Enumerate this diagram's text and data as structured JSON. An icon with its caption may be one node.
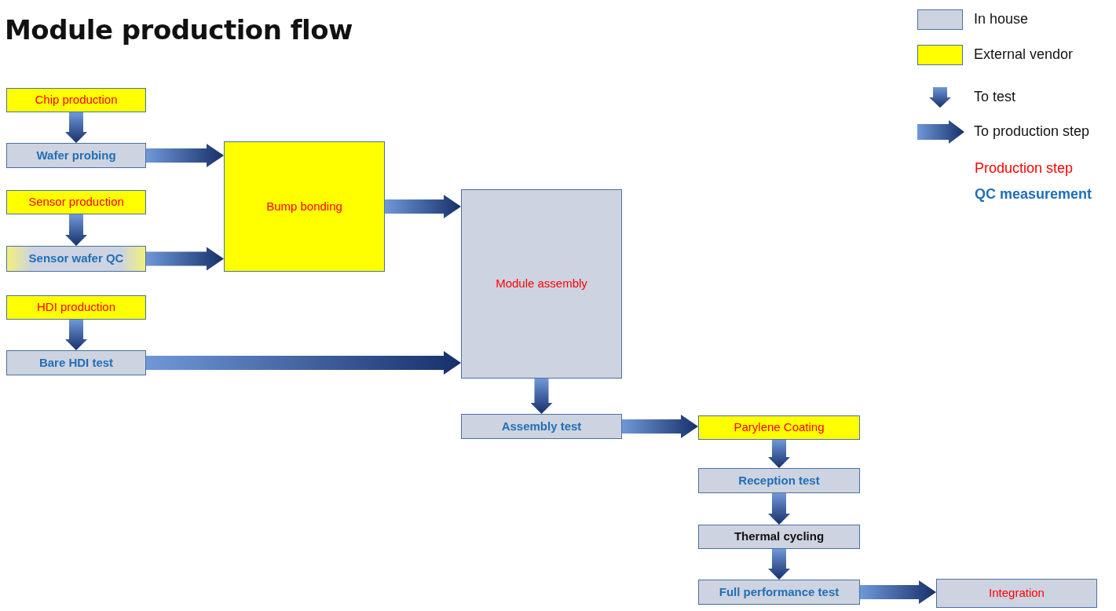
{
  "diagram": {
    "title": "Module production flow",
    "nodes": [
      {
        "text": [
          "Chip production"
        ]
      },
      {
        "text": [
          "Wafer probing"
        ]
      },
      {
        "text": [
          "Sensor production"
        ]
      },
      {
        "text": [
          "Sensor wafer QC"
        ]
      },
      {
        "text": [
          "HDI production"
        ]
      },
      {
        "text": [
          "Bare HDI test"
        ]
      },
      {
        "text": [
          "Bump bonding"
        ]
      },
      {
        "text": [
          "Module assembly"
        ]
      },
      {
        "text": [
          "Assembly test"
        ]
      },
      {
        "text": [
          "Parylene Coating"
        ]
      },
      {
        "text": [
          "Reception test"
        ]
      },
      {
        "text": [
          "Thermal cycling"
        ]
      },
      {
        "text": [
          "Full performance test"
        ]
      },
      {
        "text": [
          "Integration"
        ]
      }
    ],
    "edges": [
      {
        "from": 0,
        "to": 1,
        "arrow": "to"
      },
      {
        "from": 1,
        "to": 6,
        "arrow": "to"
      },
      {
        "from": 2,
        "to": 3,
        "arrow": "to"
      },
      {
        "from": 3,
        "to": 6,
        "arrow": "to"
      },
      {
        "from": 4,
        "to": 5,
        "arrow": "to"
      },
      {
        "from": 5,
        "to": 7,
        "arrow": "to"
      },
      {
        "from": 6,
        "to": 7,
        "arrow": "to"
      },
      {
        "from": 7,
        "to": 8,
        "arrow": "to"
      },
      {
        "from": 8,
        "to": 9,
        "arrow": "to"
      },
      {
        "from": 9,
        "to": 10,
        "arrow": "to"
      },
      {
        "from": 10,
        "to": 11,
        "arrow": "to"
      },
      {
        "from": 11,
        "to": 12,
        "arrow": "to"
      },
      {
        "from": 12,
        "to": 13,
        "arrow": "to"
      }
    ],
    "legend": [
      {
        "text": "In house",
        "color": "#cdd3e0"
      },
      {
        "text": "External vendor",
        "color": "#ffff00"
      },
      {
        "text": "To test"
      },
      {
        "text": "To production step"
      },
      {
        "text": "Production step"
      },
      {
        "text": "QC measurement"
      }
    ]
  }
}
